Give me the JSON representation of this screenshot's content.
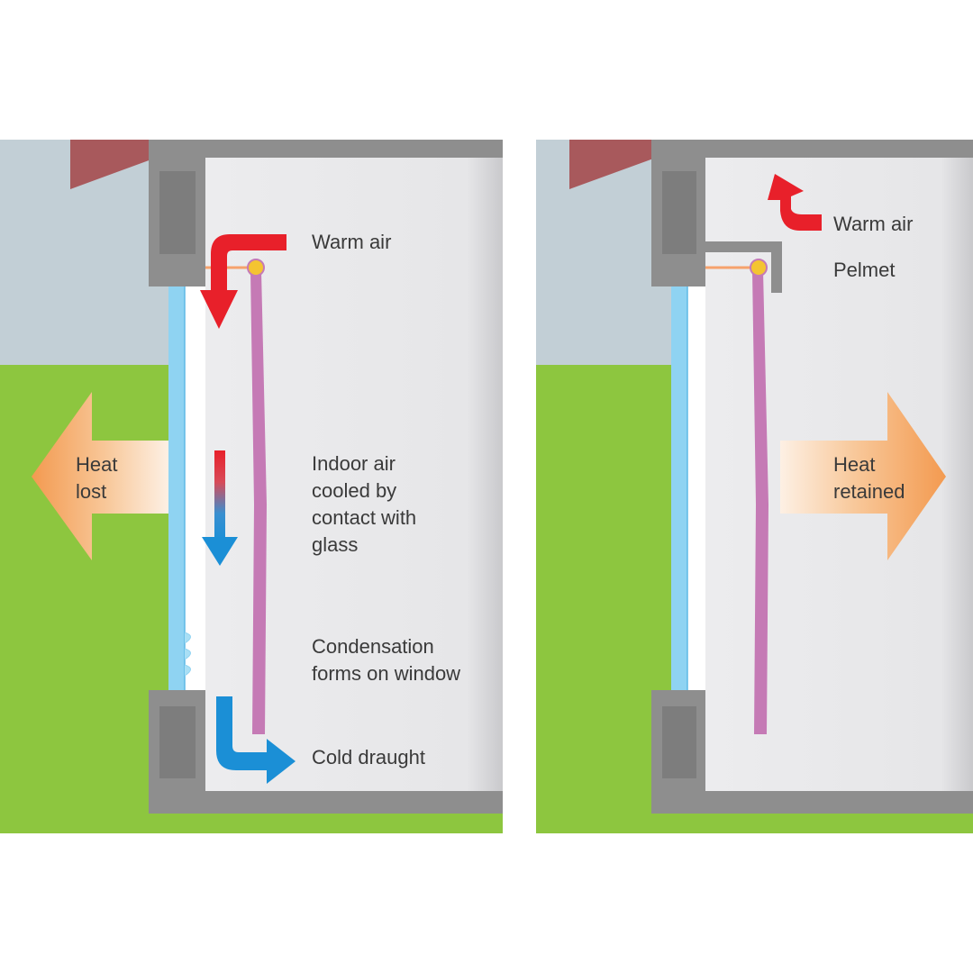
{
  "left_panel": {
    "warm_air": "Warm air",
    "indoor_air": [
      "Indoor air",
      "cooled by",
      "contact with",
      "glass"
    ],
    "condensation": [
      "Condensation",
      "forms on window"
    ],
    "cold_draught": "Cold draught",
    "heat_lost": [
      "Heat",
      "lost"
    ]
  },
  "right_panel": {
    "warm_air": "Warm air",
    "pelmet": "Pelmet",
    "heat_retained": [
      "Heat",
      "retained"
    ]
  },
  "colors": {
    "sky": "#c2cfd6",
    "grass": "#8dc63f",
    "roof": "#a8595c",
    "wall": "#8e8e8e",
    "room": "#e6e6e8",
    "glass": "#8fd3f2",
    "curtain": "#c57ab5",
    "warm_arrow": "#e8202a",
    "cold_arrow": "#1b8fd6",
    "heat_arrow": "#f5a25d"
  }
}
